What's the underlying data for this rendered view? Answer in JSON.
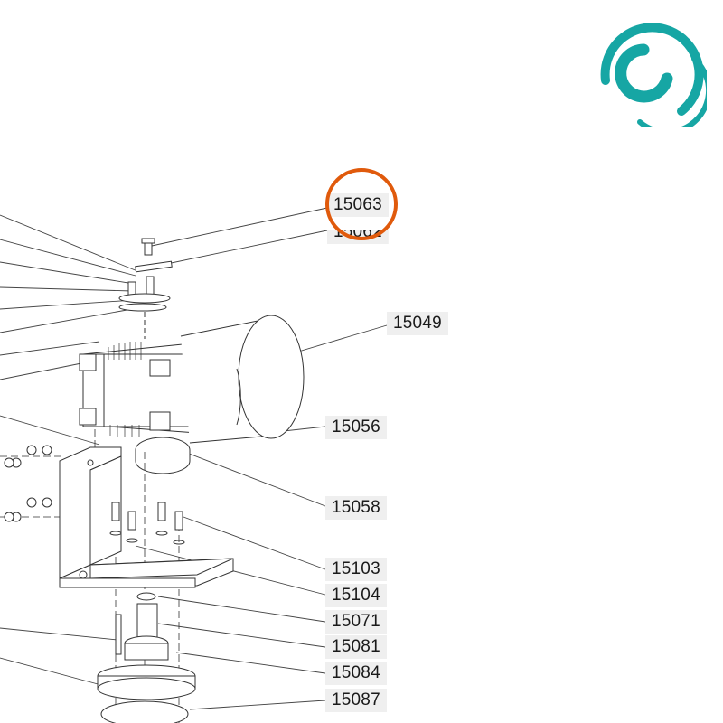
{
  "brand": {
    "logo_icon": "swirl-logo-icon",
    "accent_color": "#16a6a4"
  },
  "highlight": {
    "color": "#e05a0c",
    "target": "15063"
  },
  "parts": [
    {
      "id": "15063"
    },
    {
      "id": "15062"
    },
    {
      "id": "15049"
    },
    {
      "id": "15056"
    },
    {
      "id": "15058"
    },
    {
      "id": "15103"
    },
    {
      "id": "15104"
    },
    {
      "id": "15071"
    },
    {
      "id": "15081"
    },
    {
      "id": "15084"
    },
    {
      "id": "15087"
    }
  ]
}
